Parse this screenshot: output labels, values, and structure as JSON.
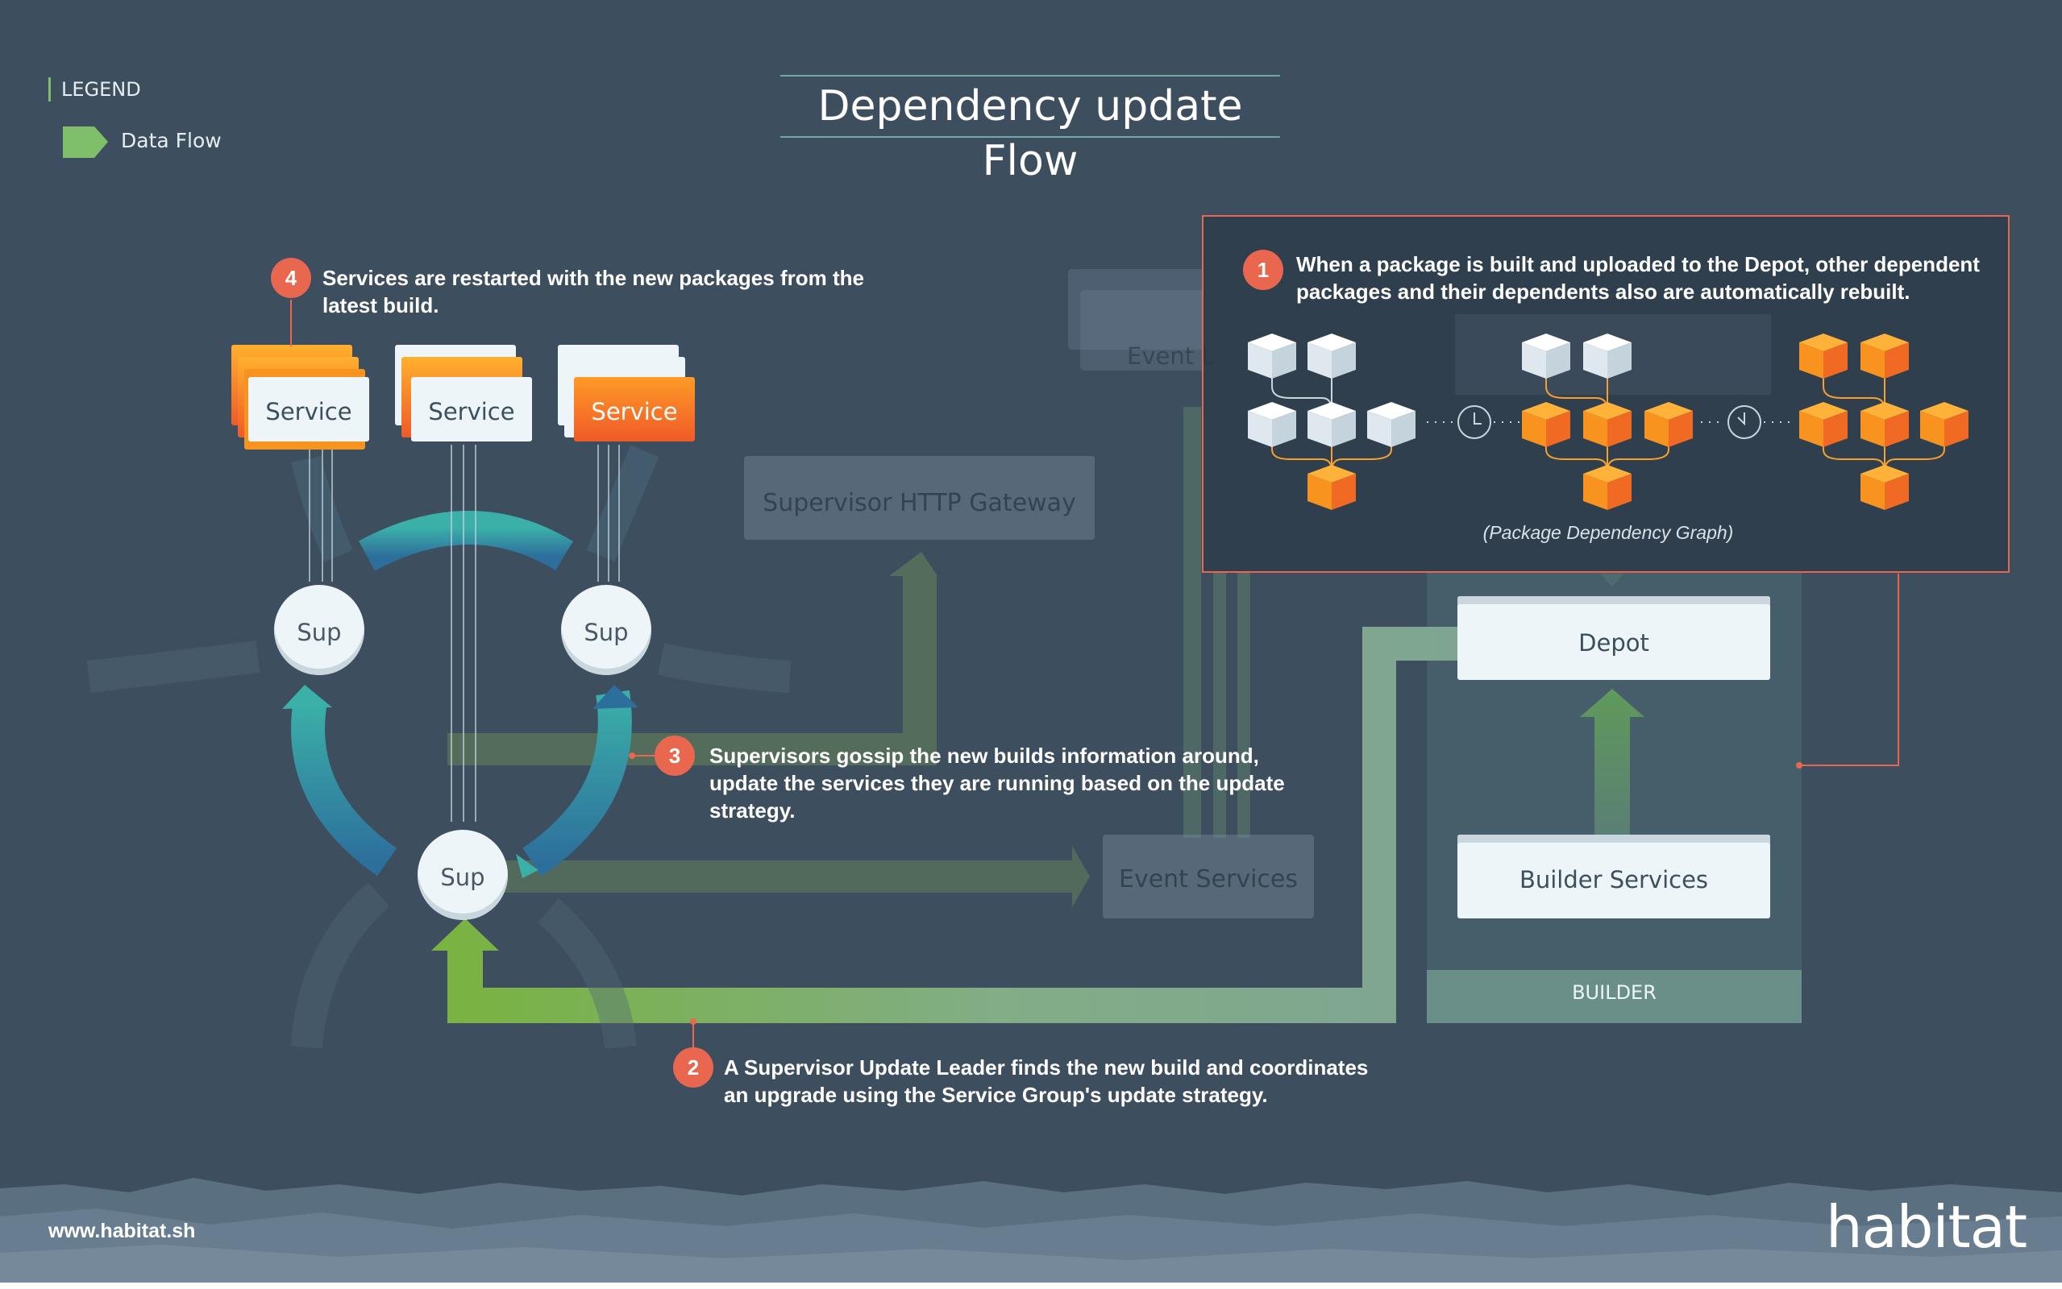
{
  "title": "Dependency update Flow",
  "legend": {
    "heading": "LEGEND",
    "items": [
      {
        "label": "Data Flow",
        "color": "#7fbf6a"
      }
    ]
  },
  "steps": [
    {
      "number": "1",
      "lines": [
        "When a package is built and uploaded to the Depot, other dependent",
        "packages and their dependents also are automatically rebuilt."
      ]
    },
    {
      "number": "2",
      "lines": [
        "A Supervisor Update Leader finds the new build and coordinates",
        "an upgrade using the Service Group's update strategy."
      ]
    },
    {
      "number": "3",
      "lines": [
        "Supervisors gossip the new builds information around,",
        "update the services they are running based on the update",
        "strategy."
      ]
    },
    {
      "number": "4",
      "lines": [
        "Services are restarted with the new packages from the",
        "latest build."
      ]
    }
  ],
  "services": [
    "Service",
    "Service",
    "Service"
  ],
  "supervisors": [
    "Sup",
    "Sup",
    "Sup"
  ],
  "background_components": {
    "gateway": "Supervisor HTTP Gateway",
    "event_services": "Event Services",
    "event_partial": "Event L"
  },
  "builder": {
    "depot": "Depot",
    "builder_services": "Builder Services",
    "label": "BUILDER"
  },
  "graph_caption": "(Package Dependency Graph)",
  "footer": {
    "url": "www.habitat.sh",
    "logo": "habitat"
  },
  "colors": {
    "background": "#3d4e5e",
    "accent": "#e9664f",
    "package_orange": "#f7931e",
    "flow_green": "#7fbf6a",
    "teal": "#3aa3a3"
  }
}
